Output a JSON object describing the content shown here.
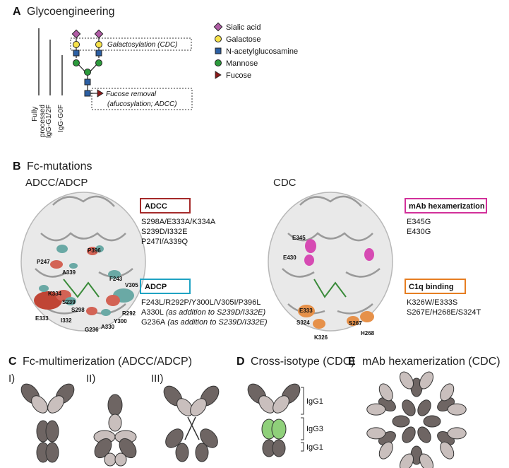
{
  "panelA": {
    "label": "A",
    "title": "Glycoengineering",
    "bar_labels": [
      "Fully processed",
      "IgG-G1/2F",
      "IgG-G0F"
    ],
    "galactosylation": "Galactosylation (CDC)",
    "fucose_removal": [
      "Fucose removal",
      "(afucosylation; ADCC)"
    ],
    "legend": [
      {
        "name": "Sialic acid",
        "color": "#b15da6",
        "shape": "diamond"
      },
      {
        "name": "Galactose",
        "color": "#f7e24a",
        "shape": "circle"
      },
      {
        "name": "N-acetylglucosamine",
        "color": "#2c5fa3",
        "shape": "square"
      },
      {
        "name": "Mannose",
        "color": "#2c9a3c",
        "shape": "circle"
      },
      {
        "name": "Fucose",
        "color": "#8b1a1a",
        "shape": "triangle"
      }
    ]
  },
  "panelB": {
    "label": "B",
    "title": "Fc-mutations",
    "left_subtitle": "ADCC/ADCP",
    "right_subtitle": "CDC",
    "adcc": {
      "title": "ADCC",
      "color": "#a52a2a",
      "mutations": [
        "S298A/E333A/K334A",
        "S239D/I332E",
        "P247I/A339Q"
      ]
    },
    "adcp": {
      "title": "ADCP",
      "color": "#1fa3c3",
      "lines": [
        {
          "main": "F243L/R292P/Y300L/V305I/P396L",
          "note": ""
        },
        {
          "main": "A330L",
          "note": "(as addition to S239D/I332E)"
        },
        {
          "main": "G236A",
          "note": "(as addition to S239D/I332E)"
        }
      ]
    },
    "hexa": {
      "title": "mAb hexamerization",
      "color": "#d2309a",
      "mutations": [
        "E345G",
        "E430G"
      ]
    },
    "c1q": {
      "title": "C1q binding",
      "color": "#e67e22",
      "mutations": [
        "K326W/E333S",
        "S267E/H268E/S324T"
      ]
    },
    "left_residues": [
      "P247",
      "P396",
      "A339",
      "F243",
      "V305",
      "K334",
      "S239",
      "S298",
      "E333",
      "I332",
      "G236",
      "A330",
      "Y300",
      "R292"
    ],
    "right_residues": [
      "E345",
      "E430",
      "E333",
      "S324",
      "K326",
      "S267",
      "H268"
    ]
  },
  "panelC": {
    "label": "C",
    "title": "Fc-multimerization (ADCC/ADCP)",
    "items": [
      "I)",
      "II)",
      "III)"
    ]
  },
  "panelD": {
    "label": "D",
    "title": "Cross-isotype (CDC)",
    "brackets": [
      "IgG1",
      "IgG3",
      "IgG1"
    ]
  },
  "panelE": {
    "label": "E",
    "title": "mAb hexamerization (CDC)"
  },
  "colors": {
    "domain_light": "#c9bfbd",
    "domain_dark": "#6e6563",
    "igg3": "#8fd07a"
  }
}
